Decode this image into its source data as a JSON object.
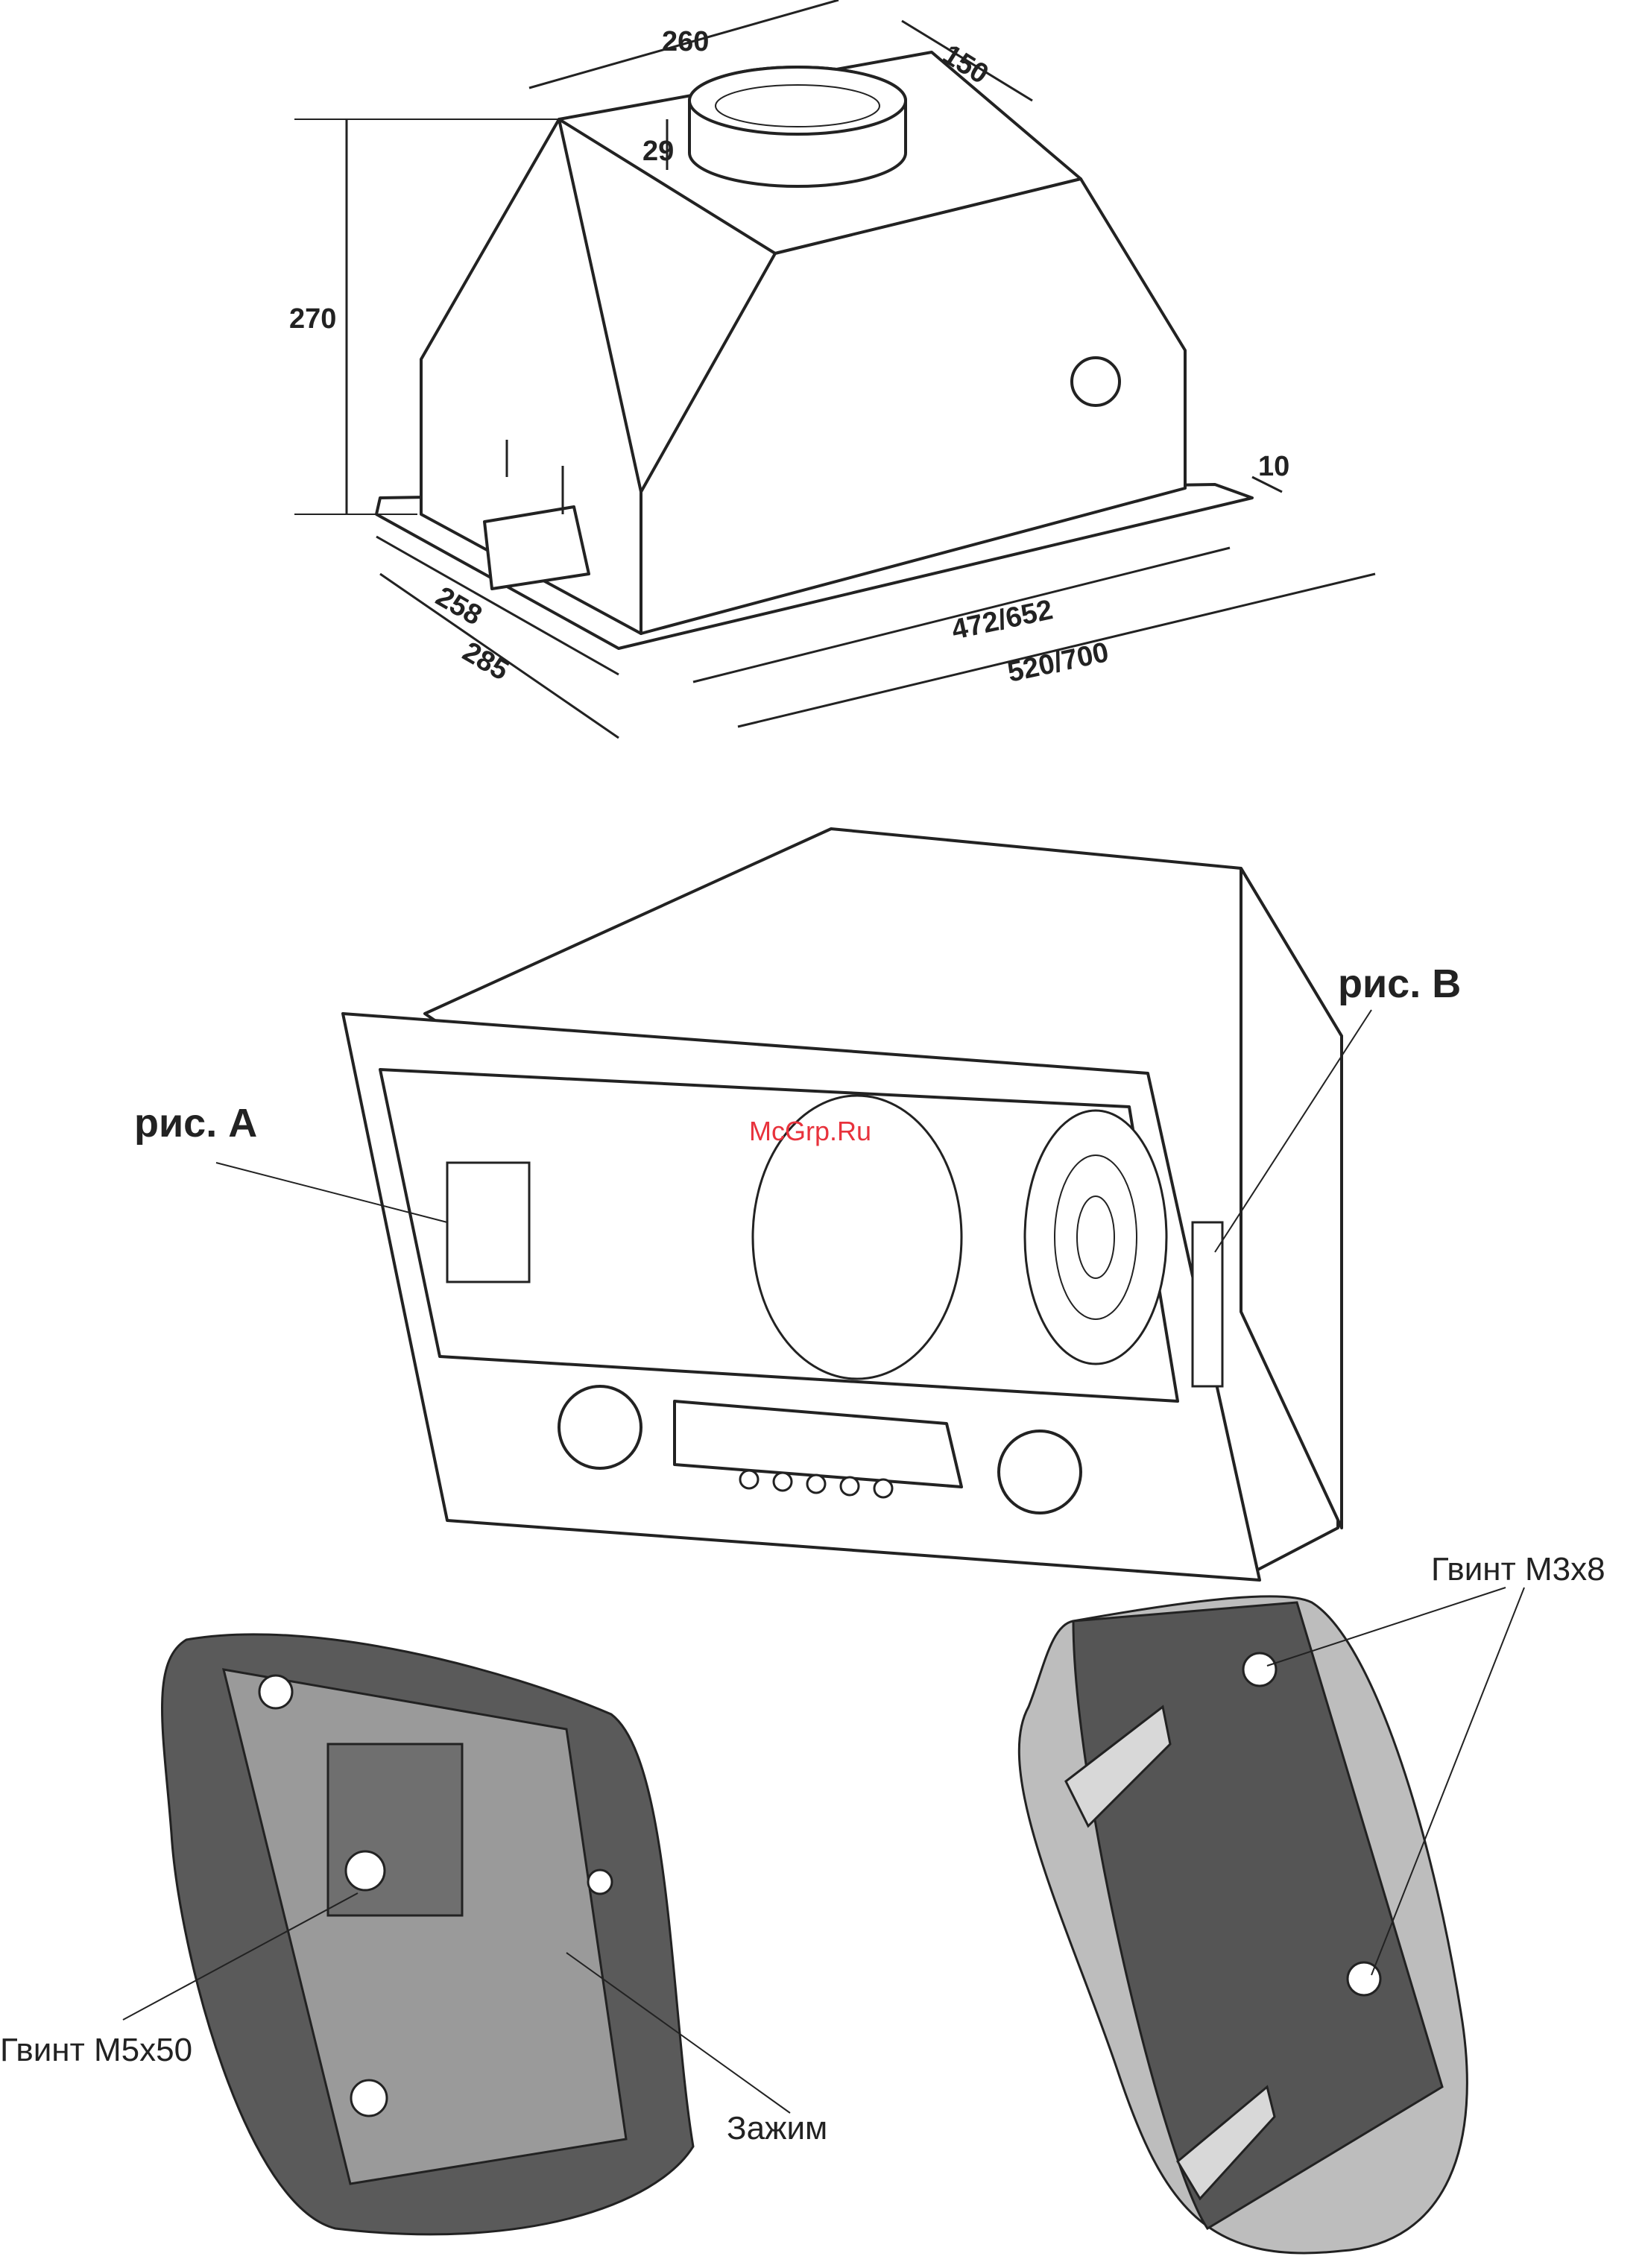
{
  "dimensions": {
    "top_width": "260",
    "top_depth": "150",
    "collar_height": "29",
    "height": "270",
    "flange": "10",
    "inner_depth": "258",
    "outer_depth": "285",
    "inner_width": "472/652",
    "outer_width": "520/700"
  },
  "references": {
    "fig_a": "рис. А",
    "fig_b": "рис. В"
  },
  "watermark": "McGrp.Ru",
  "callouts": {
    "screw_m5": "Гвинт М5х50",
    "clamp": "Зажим",
    "screw_m3": "Гвинт М3х8"
  }
}
